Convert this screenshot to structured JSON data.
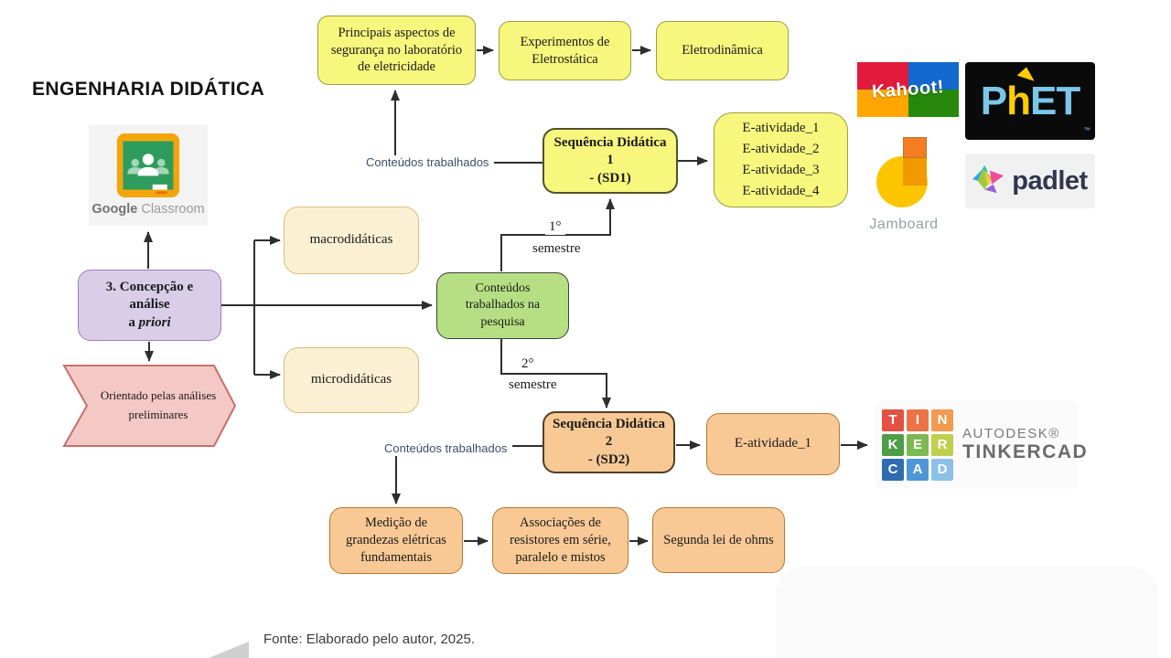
{
  "title": "ENGENHARIA DIDÁTICA",
  "nodes": {
    "seguranca": "Principais aspectos de segurança no laboratório de eletricidade",
    "eletrostatica": "Experimentos de Eletrostática",
    "eletrodinamica": "Eletrodinâmica",
    "sd1": {
      "line1": "Sequência Didática 1",
      "line2": "- (SD1)"
    },
    "eatividades_sd1": [
      "E-atividade_1",
      "E-atividade_2",
      "E-atividade_3",
      "E-atividade_4"
    ],
    "concepcao": {
      "line1": "3. Concepção e análise",
      "line2_plain": "a ",
      "line2_italic": "priori"
    },
    "orientado": {
      "line1": "Orientado pelas análises",
      "line2": "preliminares"
    },
    "macro": "macrodidáticas",
    "micro": "microdidáticas",
    "conteudos_pesquisa": "Conteúdos trabalhados na pesquisa",
    "sd2": {
      "line1": "Sequência Didática 2",
      "line2": "- (SD2)"
    },
    "eatividade_sd2": "E-atividade_1",
    "medicao": "Medição de grandezas elétricas fundamentais",
    "associacoes": "Associações de resistores em série, paralelo e mistos",
    "segunda_lei": "Segunda lei de ohms"
  },
  "labels": {
    "conteudos_trabalhados_top": "Conteúdos trabalhados",
    "conteudos_trabalhados_bottom": "Conteúdos trabalhados",
    "sem1_num": "1°",
    "sem1_word": "semestre",
    "sem2_num": "2°",
    "sem2_word": "semestre"
  },
  "logos": {
    "google_classroom": {
      "word1": "Google",
      "word2": "Classroom"
    },
    "kahoot": {
      "text": "Kahoot!",
      "colors": [
        "#E21B3C",
        "#1368CE",
        "#FFA602",
        "#26890C"
      ]
    },
    "phet": {
      "p": "P",
      "h": "h",
      "et": "ET",
      "tm": "™",
      "blue": "#7AC7E8",
      "yellow": "#FFCC00"
    },
    "jamboard": {
      "label": "Jamboard",
      "yellow": "#FDC500",
      "amber": "#F29900",
      "orange": "#F57C20"
    },
    "padlet": {
      "label": "padlet",
      "text_color": "#32354E"
    },
    "tinkercad": {
      "tiles": [
        "T",
        "I",
        "N",
        "K",
        "E",
        "R",
        "C",
        "A",
        "D"
      ],
      "autodesk": "AUTODESK®",
      "name": "TINKERCAD"
    }
  },
  "footer": {
    "fonte": "Fonte: Elaborado pelo autor, 2025."
  },
  "palette": {
    "yellow_box": "#F7F77E",
    "yellow_border": "#9D9D3F",
    "cream_box": "#FBF0D3",
    "cream_border": "#DCBE7E",
    "green_box": "#B6DF83",
    "orange_box": "#F8C995",
    "orange_border": "#B5772F",
    "purple_box": "#D9CDE8",
    "purple_border": "#9E80BE",
    "pink_box": "#F4C8C5",
    "pink_border": "#C4716F",
    "connector": "#2E2E2E",
    "label_text": "#3D4E66"
  }
}
